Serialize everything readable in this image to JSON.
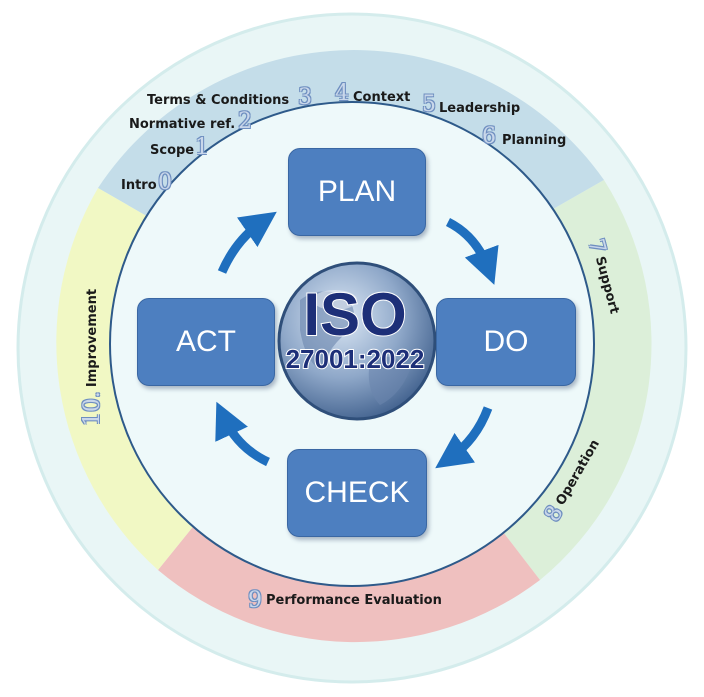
{
  "clauses": {
    "c0": {
      "num": "0",
      "label": "Intro"
    },
    "c1": {
      "num": "1",
      "label": "Scope"
    },
    "c2": {
      "num": "2",
      "label": "Normative ref."
    },
    "c3": {
      "num": "3",
      "label": "Terms & Conditions"
    },
    "c4": {
      "num": "4",
      "label": "Context"
    },
    "c5": {
      "num": "5",
      "label": "Leadership"
    },
    "c6": {
      "num": "6",
      "label": "Planning"
    },
    "c7": {
      "num": "7",
      "label": "Support"
    },
    "c8": {
      "num": "8",
      "label": "Operation"
    },
    "c9": {
      "num": "9",
      "label": "Performance Evaluation"
    },
    "c10": {
      "num": "10.",
      "label": "Improvement"
    }
  },
  "cycle": {
    "plan": "PLAN",
    "do": "DO",
    "check": "CHECK",
    "act": "ACT"
  },
  "center": {
    "title": "ISO",
    "subtitle": "27001:2022"
  },
  "colors": {
    "outer_ring": "#e9f6f6",
    "planning_segment": "#c4dde9",
    "support_segment": "#dcefd9",
    "evaluation_segment": "#efc0bf",
    "improvement_segment": "#f1f8c4",
    "inner_circle": "#eef9fa",
    "box_fill": "#4d7fc0",
    "arrow": "#1f6fbe"
  }
}
